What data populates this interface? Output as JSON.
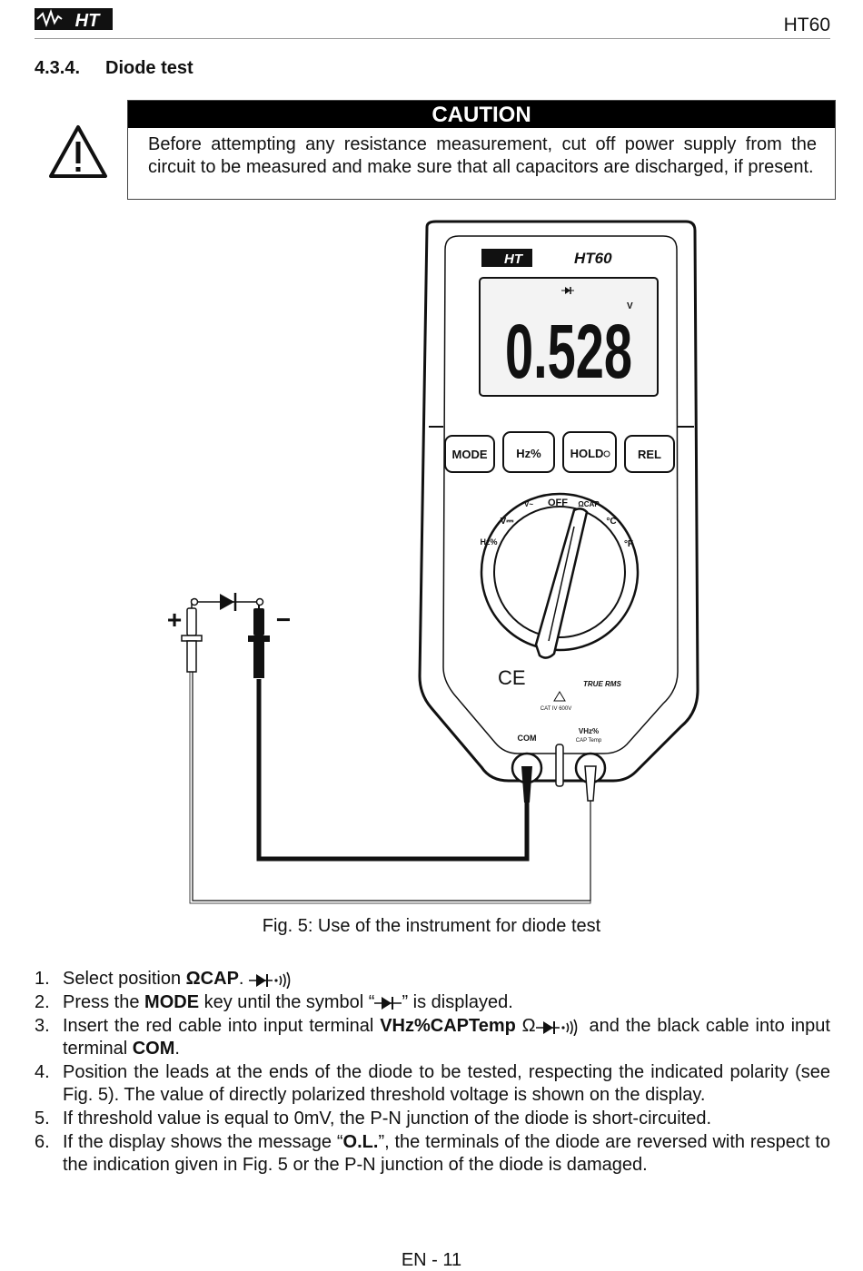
{
  "header": {
    "logo_text": "HT",
    "doc_id": "HT60"
  },
  "section": {
    "number": "4.3.4.",
    "title": "Diode test"
  },
  "caution": {
    "title": "CAUTION",
    "text": "Before attempting any resistance measurement, cut off power supply from the circuit to be measured and make sure that all capacitors are discharged, if present."
  },
  "meter": {
    "brand": "HT",
    "model": "HT60",
    "display_reading": "0.528",
    "display_unit": "V",
    "buttons": [
      "MODE",
      "Hz%",
      "HOLD",
      "REL"
    ],
    "dial_labels": [
      "OFF",
      "V~",
      "V⎓",
      "Hz%",
      "ΩCAP",
      "°C",
      "°F"
    ],
    "ce_mark": "CE",
    "true_rms": "TRUE RMS",
    "category": "CAT IV 600V",
    "terminal_com": "COM",
    "terminal_v": "VHz%",
    "terminal_v_sub": "CAP Temp"
  },
  "probes": {
    "plus": "+",
    "minus": "−"
  },
  "figure": {
    "caption": "Fig. 5: Use of the instrument for diode test"
  },
  "steps": [
    {
      "n": "1.",
      "pre": "Select position ",
      "bold": "ΩCAP",
      "post": "."
    },
    {
      "n": "2.",
      "pre": "Press the ",
      "bold": "MODE",
      "mid": " key until the symbol “",
      "post": "” is displayed."
    },
    {
      "n": "3.",
      "pre": "Insert the red cable into input terminal ",
      "bold": "VHz%CAPTemp",
      "mid": " Ω",
      "post": " and the black cable into input terminal ",
      "bold2": "COM",
      "end": "."
    },
    {
      "n": "4.",
      "text": "Position the leads at the ends of the diode to be tested, respecting the indicated polarity (see Fig. 5). The value of directly polarized threshold voltage is shown on the display."
    },
    {
      "n": "5.",
      "text": "If threshold value is equal to 0mV, the P-N junction of the diode is short-circuited."
    },
    {
      "n": "6.",
      "pre": "If the display shows the message “",
      "bold": "O.L.",
      "post": "”, the terminals of the diode are reversed with respect to the indication given in Fig. 5 or the P-N junction of the diode is damaged."
    }
  ],
  "footer": {
    "page": "EN - 11"
  }
}
